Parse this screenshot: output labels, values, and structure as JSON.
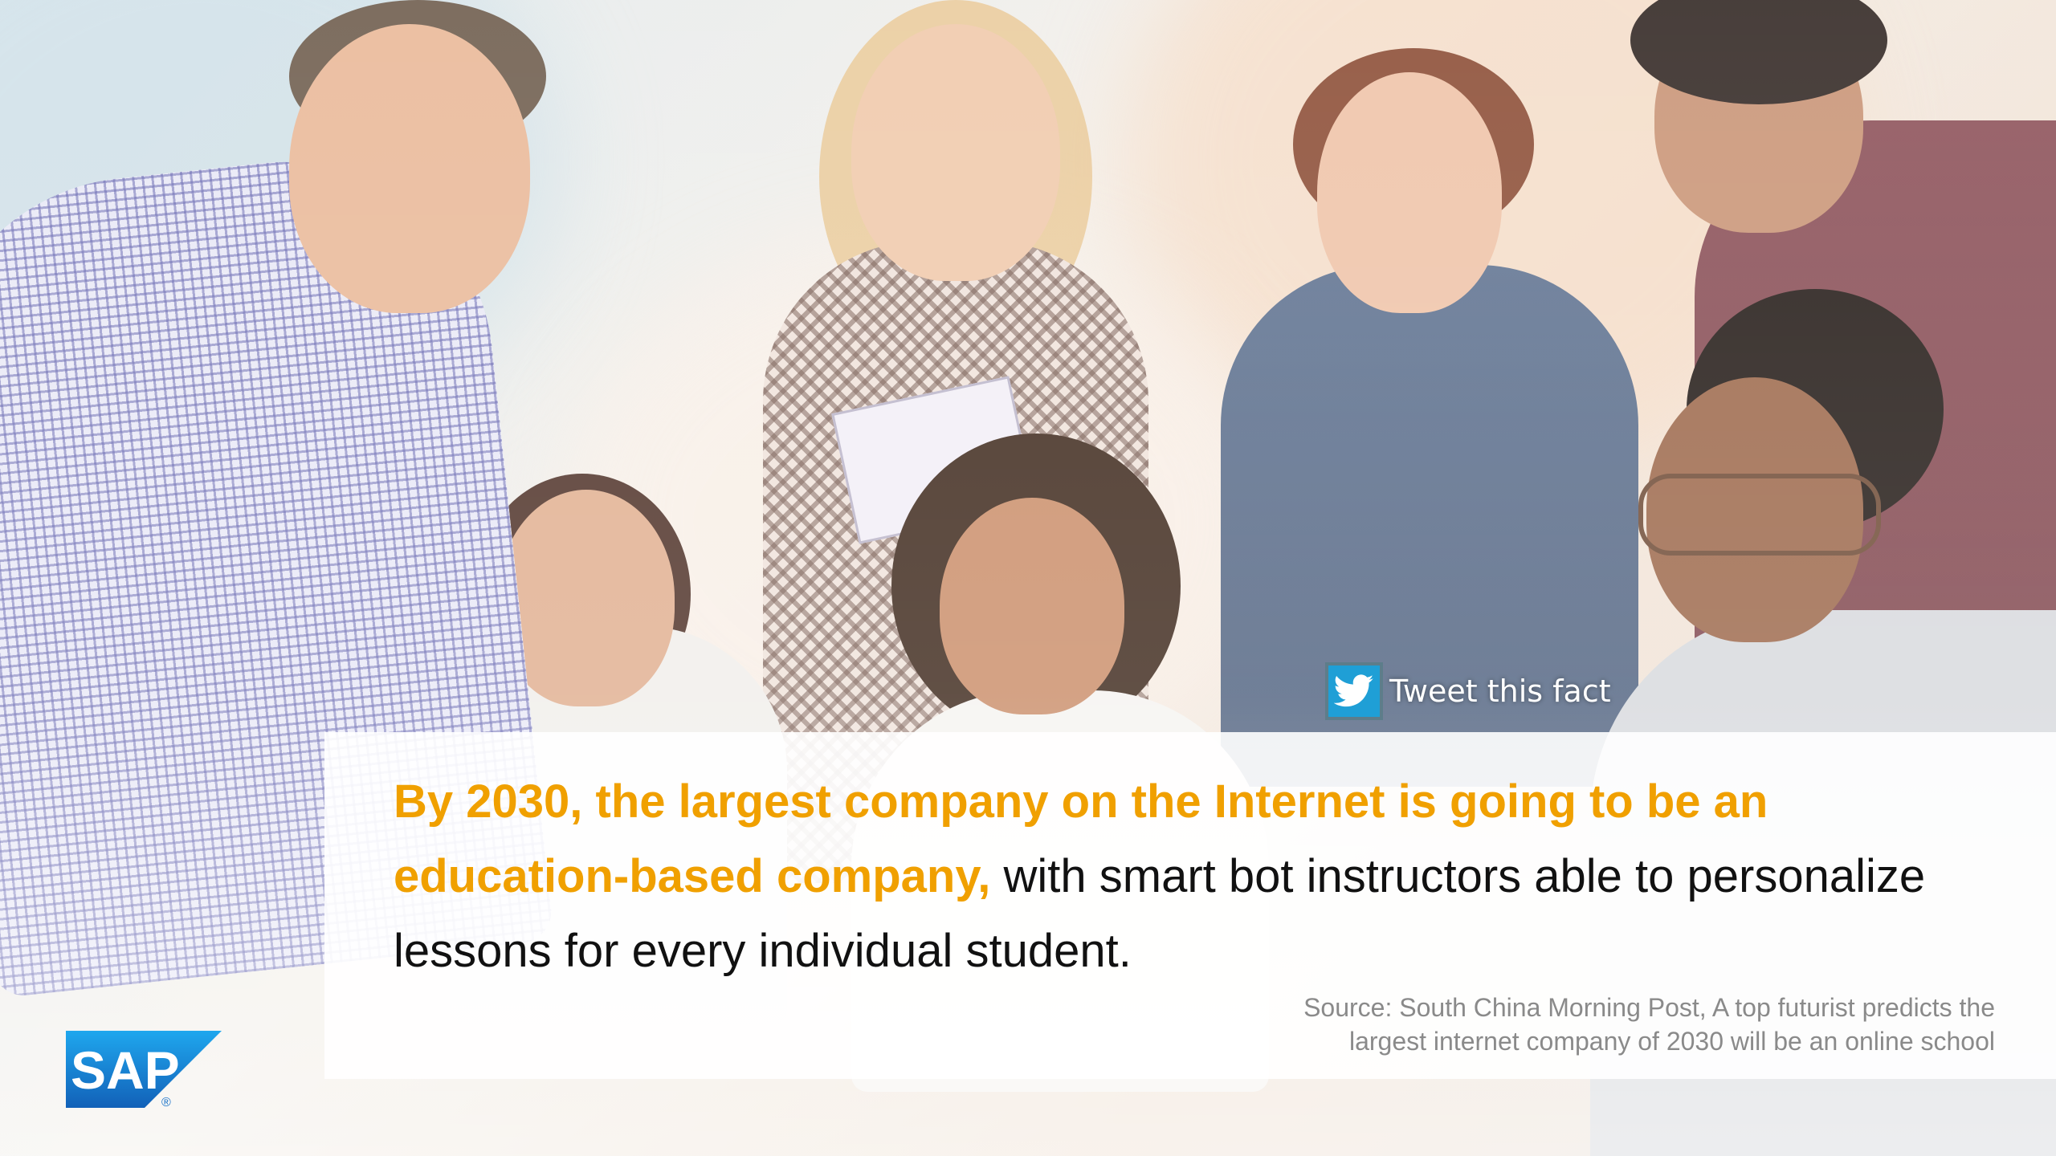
{
  "tweet": {
    "label": "Tweet this fact",
    "icon": "twitter-bird-icon",
    "color": "#1f9fd6"
  },
  "quote": {
    "highlight": "By 2030, the largest company on the Internet is going to be an education-based company,",
    "rest": " with smart bot instructors able to personalize lessons for every individual student.",
    "highlight_color": "#f0a000"
  },
  "source": {
    "line1": "Source: South China Morning Post, A top futurist predicts the",
    "line2": "largest internet company of 2030 will be an online school"
  },
  "logo": {
    "text": "SAP",
    "registered": "®",
    "color": "#1a73c9"
  }
}
